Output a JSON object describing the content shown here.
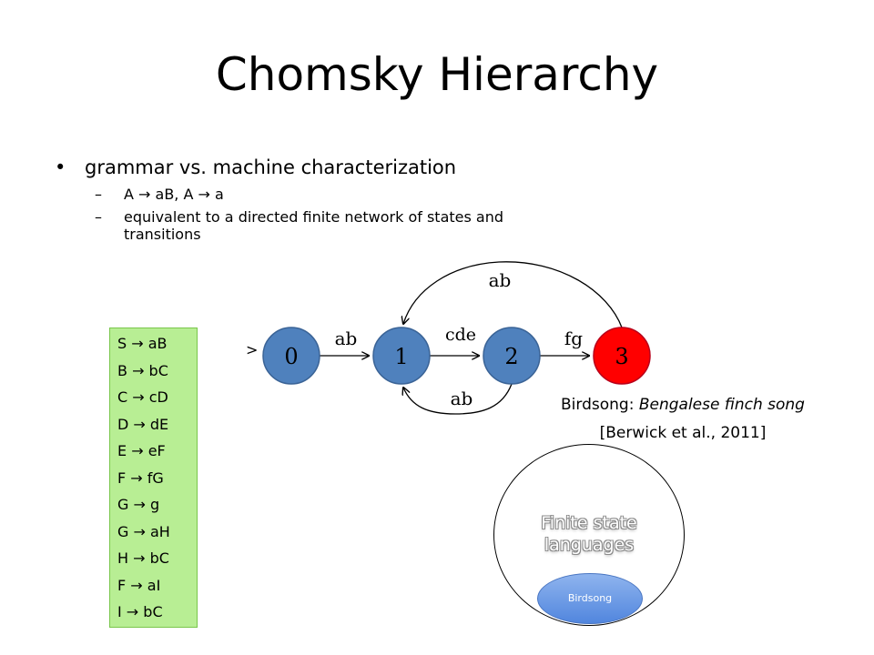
{
  "slide": {
    "title": "Chomsky Hierarchy",
    "bullets": [
      {
        "text": "grammar vs. machine characterization",
        "subs": [
          "A → aB, A → a",
          "equivalent to a directed finite network of states and transitions"
        ]
      }
    ]
  },
  "grammar_rules": [
    "S → aB",
    "B → bC",
    "C → cD",
    "D → dE",
    "E → eF",
    "F → fG",
    "G → g",
    "G → aH",
    "H → bC",
    "F → aI",
    "I → bC"
  ],
  "automaton": {
    "start_marker": ">",
    "states": [
      {
        "label": "0",
        "color": "#4f81bd"
      },
      {
        "label": "1",
        "color": "#4f81bd"
      },
      {
        "label": "2",
        "color": "#4f81bd"
      },
      {
        "label": "3",
        "color": "#ff0000"
      }
    ],
    "transitions": {
      "s0_s1": "ab",
      "s1_s2": "cde",
      "s2_s3": "fg",
      "s3_s1": "ab",
      "s2_s1": "ab"
    }
  },
  "caption": {
    "prefix": "Birdsong: ",
    "italic": "Bengalese finch song",
    "citation": "[Berwick et al., 2011]"
  },
  "venn": {
    "outer_label": "Finite state languages",
    "inner_label": "Birdsong"
  },
  "colors": {
    "state_fill": "#4f81bd",
    "accept_state_fill": "#ff0000",
    "grammar_box_fill": "#b8ee94",
    "birdsong_fill": "#5186de"
  },
  "icons": {
    "bullet": "•",
    "dash": "–"
  }
}
